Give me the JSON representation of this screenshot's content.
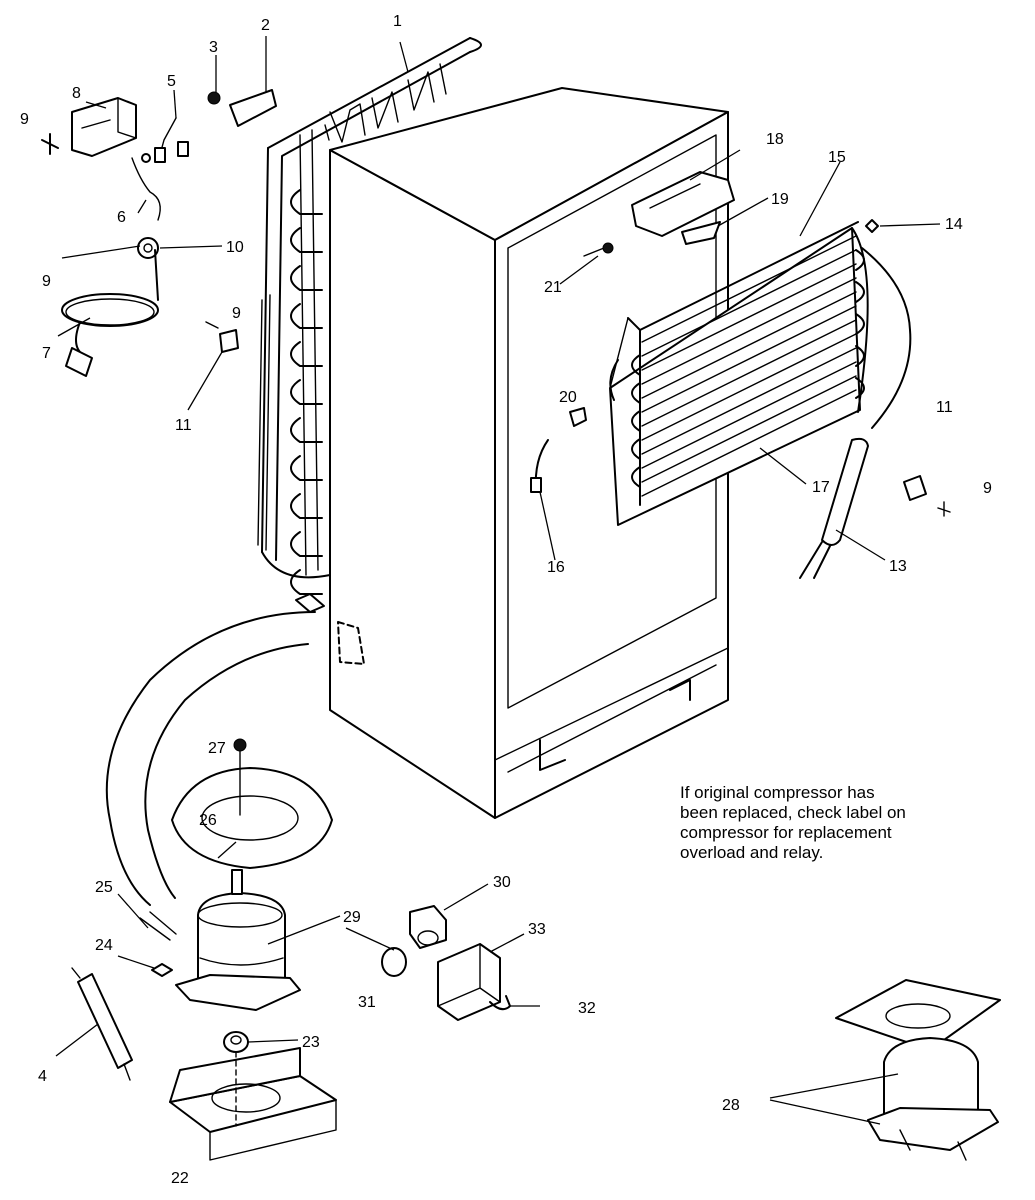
{
  "callouts": [
    {
      "id": "c-1",
      "text": "1"
    },
    {
      "id": "c-2",
      "text": "2"
    },
    {
      "id": "c-3",
      "text": "3"
    },
    {
      "id": "c-5",
      "text": "5"
    },
    {
      "id": "c-8",
      "text": "8"
    },
    {
      "id": "c-9a",
      "text": "9"
    },
    {
      "id": "c-6",
      "text": "6"
    },
    {
      "id": "c-9b",
      "text": "9"
    },
    {
      "id": "c-10",
      "text": "10"
    },
    {
      "id": "c-7",
      "text": "7"
    },
    {
      "id": "c-9c",
      "text": "9"
    },
    {
      "id": "c-11a",
      "text": "11"
    },
    {
      "id": "c-18a",
      "text": "18"
    },
    {
      "id": "c-15",
      "text": "15"
    },
    {
      "id": "c-19",
      "text": "19"
    },
    {
      "id": "c-14",
      "text": "14"
    },
    {
      "id": "c-21",
      "text": "21"
    },
    {
      "id": "c-20",
      "text": "20"
    },
    {
      "id": "c-11b",
      "text": "11"
    },
    {
      "id": "c-17",
      "text": "17"
    },
    {
      "id": "c-9d",
      "text": "9"
    },
    {
      "id": "c-16",
      "text": "16"
    },
    {
      "id": "c-13",
      "text": "13"
    },
    {
      "id": "c-27",
      "text": "27"
    },
    {
      "id": "c-26",
      "text": "26"
    },
    {
      "id": "c-25",
      "text": "25"
    },
    {
      "id": "c-30",
      "text": "30"
    },
    {
      "id": "c-29",
      "text": "29"
    },
    {
      "id": "c-33",
      "text": "33"
    },
    {
      "id": "c-24",
      "text": "24"
    },
    {
      "id": "c-31",
      "text": "31"
    },
    {
      "id": "c-32",
      "text": "32"
    },
    {
      "id": "c-23",
      "text": "23"
    },
    {
      "id": "c-4",
      "text": "4"
    },
    {
      "id": "c-22",
      "text": "22"
    },
    {
      "id": "c-28",
      "text": "28"
    }
  ],
  "note": {
    "lines": [
      "If original compressor has",
      "been replaced, check label on",
      "compressor for replacement",
      "overload and relay."
    ]
  }
}
